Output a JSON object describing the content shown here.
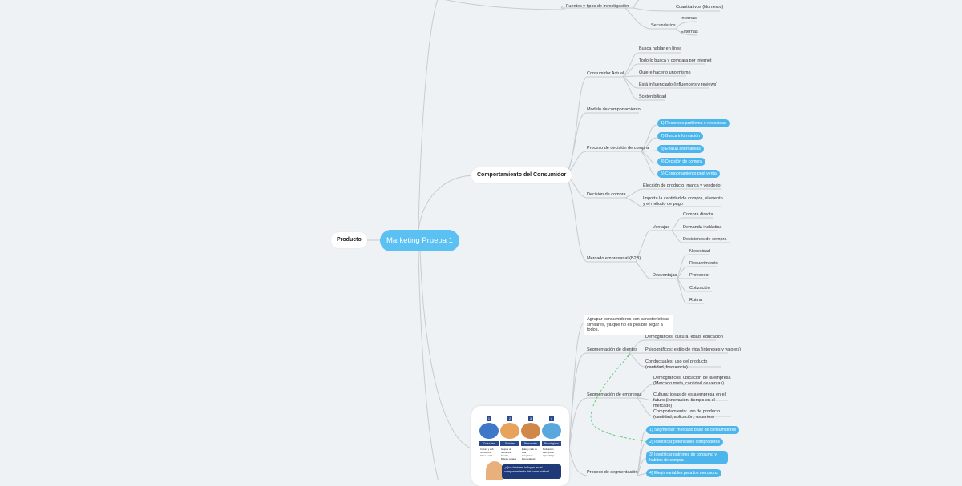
{
  "root": {
    "label": "Marketing Prueba 1"
  },
  "left_topic": {
    "label": "Producto"
  },
  "topics": {
    "comportamiento": {
      "label": "Comportamiento del Consumidor"
    }
  },
  "research": {
    "fuentes": "Fuentes y tipos de investigación",
    "cuantitativos": "Cuantitativos (Numeros)",
    "secundarios": "Secundarios",
    "internas": "Internas",
    "externas": "Externas"
  },
  "consumidor_actual": {
    "label": "Consumidor Actual",
    "items": [
      "Busca hablar en línea",
      "Todo lo busca y compara por internet",
      "Quiere hacerlo uno mismo",
      "Está influenciado (influencers y reviews)",
      "Sostenibilidad"
    ]
  },
  "modelo": {
    "label": "Modelo de comportamiento"
  },
  "proceso": {
    "label": "Proceso de decisión de compra",
    "steps": [
      "1) Reconoce problema o necesidad",
      "2) Busca información",
      "3) Evalúa alternativas",
      "4) Decisión de compra",
      "5) Comportamiento post venta"
    ]
  },
  "decision": {
    "label": "Decisión de compra",
    "items": [
      "Elección de producto, marca y vendedor",
      "Importa la cantidad de compra, el evento y el método de pago"
    ]
  },
  "mercados": {
    "label": "Mercado empresarial (B2B)",
    "ventajas": {
      "label": "Ventajas",
      "items": [
        "Compra directa",
        "Demanda inelástica",
        "Decisiones de compra"
      ]
    },
    "desventajas": {
      "label": "Desventajas",
      "items": [
        "Necesidad",
        "Requerimiento",
        "Proveedor",
        "Cotización",
        "Rutina"
      ]
    }
  },
  "segmentacion_intro": "Agrupar consumidores con características similares, ya que no es posible llegar a todos.",
  "mercado_consumo": {
    "label": "Segmentación de clientes",
    "items": [
      "Demográficos: cultura, edad, educación",
      "Psicográficos: estilo de vida (intereses y valores)",
      "Conductuales: uso del producto (cantidad, frecuencia)"
    ]
  },
  "segmentacion_empresas": {
    "label": "Segmentación de empresas",
    "items": [
      "Demográficos: ubicación de la empresa (Mercado meta, cantidad de ventas)",
      "Cultura: ideas de esta empresa en el futuro (innovación, tiempo en el mercado)",
      "Comportamiento: uso de producto (cantidad, aplicación, usuarios)"
    ]
  },
  "proceso_segmentacion": {
    "label": "Proceso de segmentación",
    "chips": [
      "1) Segmentar: mercado base de consumidores",
      "2) Identificar potenciales compradores",
      "3) Identificar patrones de consumo y hábitos de compra",
      "4) Elegir variables para los mercados"
    ]
  },
  "image": {
    "numbers": [
      "1",
      "2",
      "3",
      "4"
    ],
    "columns": [
      "Culturales",
      "Sociales",
      "Personales",
      "Psicológicos"
    ],
    "lists": [
      [
        "Cultura y sub",
        "Subcultura",
        "Clase social"
      ],
      [
        "Grupos de referencia",
        "Familia",
        "Roles y estatus"
      ],
      [
        "Edad y ciclo de vida",
        "Ocupación",
        "Personalidad"
      ],
      [
        "Motivación",
        "Percepción",
        "Aprendizaje"
      ]
    ],
    "question": "¿Qué factores influyen en el comportamiento del consumidor?"
  },
  "colors": {
    "root": "#5bc0f2",
    "chip": "#4cb6ec",
    "link": "#c8ccd0",
    "green_link": "#4ec76a",
    "background": "#eef2f5"
  }
}
